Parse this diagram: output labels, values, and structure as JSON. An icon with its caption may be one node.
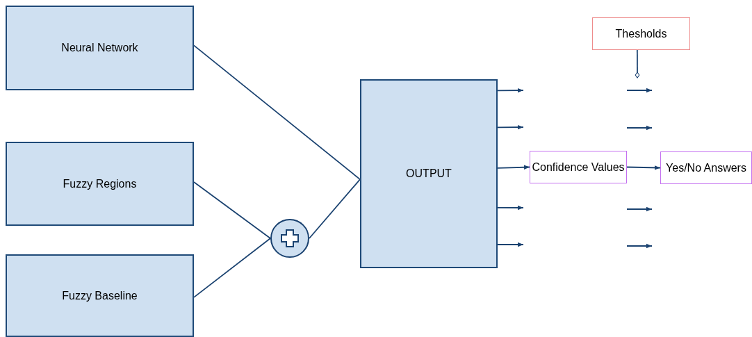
{
  "diagram": {
    "nodes": [
      {
        "text": [
          "Neural Network"
        ]
      },
      {
        "text": [
          "Fuzzy Regions"
        ]
      },
      {
        "text": [
          "Fuzzy Baseline"
        ]
      },
      {
        "text": [],
        "shape": "circle"
      },
      {
        "text": [
          "OUTPUT"
        ]
      },
      {
        "text": [
          "Thesholds"
        ]
      },
      {
        "text": [
          "Confidence Values"
        ]
      },
      {
        "text": [
          "Yes/No Answers"
        ]
      }
    ],
    "edges": [
      {
        "from": 0,
        "to": 4,
        "arrow": "none"
      },
      {
        "from": 1,
        "to": 3,
        "arrow": "none"
      },
      {
        "from": 2,
        "to": 3,
        "arrow": "none"
      },
      {
        "from": 3,
        "to": 4,
        "arrow": "none"
      },
      {
        "from": 4,
        "to": null,
        "arrow": "to"
      },
      {
        "from": 4,
        "to": null,
        "arrow": "to"
      },
      {
        "from": 4,
        "to": 6,
        "arrow": "to"
      },
      {
        "from": 4,
        "to": null,
        "arrow": "to"
      },
      {
        "from": 4,
        "to": null,
        "arrow": "to"
      },
      {
        "from": 6,
        "to": 7,
        "arrow": "to"
      },
      {
        "from": 5,
        "to": null,
        "arrow": "other"
      }
    ]
  }
}
